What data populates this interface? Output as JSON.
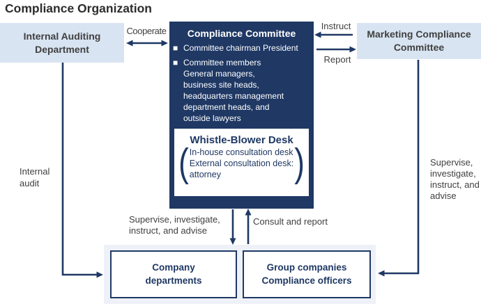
{
  "title": "Compliance Organization",
  "colors": {
    "navy": "#1f3864",
    "light_blue": "#d9e4f2",
    "panel": "#eef1f7",
    "label_text": "#3f3f3f"
  },
  "glyphs": {
    "bullet": "■",
    "paren_open": "(",
    "paren_close": ")"
  },
  "boxes": {
    "internal_auditing": {
      "label": "Internal Auditing\nDepartment"
    },
    "marketing": {
      "label": "Marketing Compliance\nCommittee"
    },
    "compliance_committee": {
      "title": "Compliance Committee",
      "bullet1": "Committee chairman President",
      "bullet2": "Committee members\nGeneral managers,\nbusiness site heads,\nheadquarters management\ndepartment heads, and\noutside lawyers"
    },
    "whistle_blower": {
      "title": "Whistle-Blower Desk",
      "body": "In-house consultation desk\nExternal consultation desk:\nattorney"
    },
    "company_departments": {
      "label": "Company\ndepartments"
    },
    "group_companies": {
      "label": "Group companies\nCompliance officers"
    }
  },
  "labels": {
    "cooperate": "Cooperate",
    "instruct": "Instruct",
    "report": "Report",
    "internal_audit": "Internal\naudit",
    "supervise_left": "Supervise, investigate,\ninstruct, and advise",
    "consult_report": "Consult and report",
    "supervise_right": "Supervise,\ninvestigate,\ninstruct, and\nadvise"
  }
}
